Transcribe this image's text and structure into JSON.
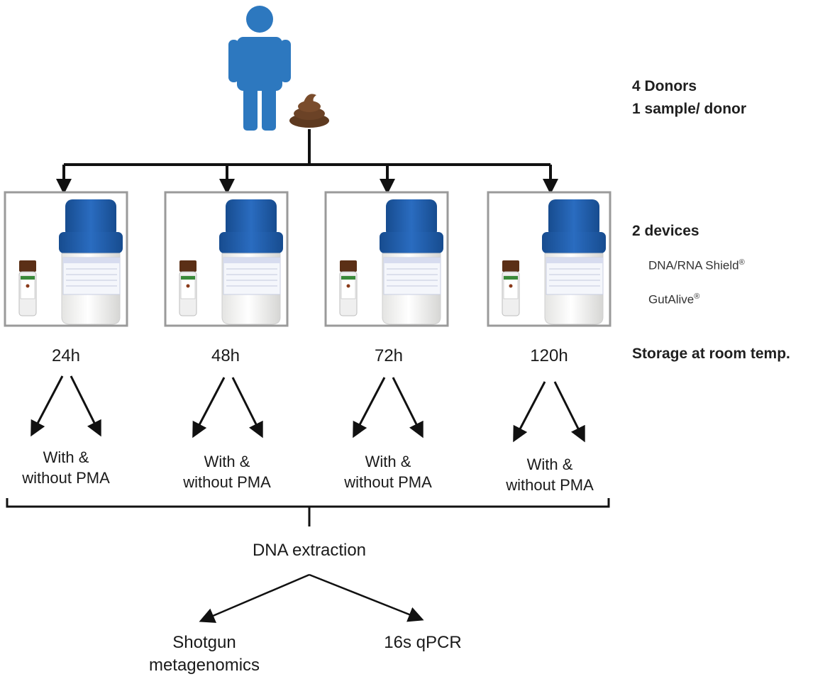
{
  "header": {
    "donors": "4 Donors",
    "samples": "1 sample/ donor"
  },
  "devices": {
    "title": "2 devices",
    "items": [
      {
        "name": "DNA/RNA Shield",
        "mark": "®"
      },
      {
        "name": "GutAlive",
        "mark": "®"
      }
    ]
  },
  "storage": {
    "title": "Storage at room temp.",
    "times": [
      "24h",
      "48h",
      "72h",
      "120h"
    ]
  },
  "pma": {
    "line1": "With &",
    "line2": "without PMA"
  },
  "extraction": {
    "label": "DNA extraction"
  },
  "outputs": [
    {
      "line1": "Shotgun",
      "line2": "metagenomics"
    },
    {
      "line1": "16s qPCR",
      "line2": ""
    }
  ],
  "colors": {
    "person": "#2d78bf",
    "stool": "#6b4226",
    "cap": "#1f5fae",
    "box_border": "#9a9a9a",
    "arrow": "#111111"
  },
  "icons": {
    "person": "person-icon",
    "stool": "stool-icon",
    "container": "collection-container-icon",
    "tube": "collection-tube-icon"
  }
}
